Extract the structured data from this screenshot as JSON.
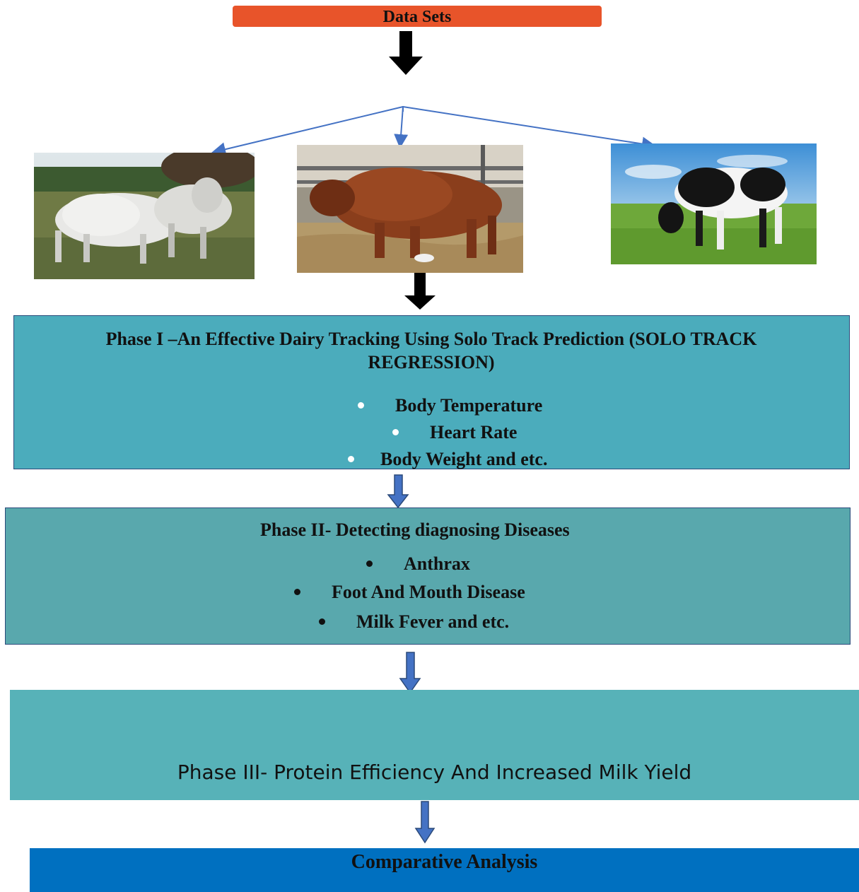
{
  "datasets_label": "Data Sets",
  "phase1": {
    "title": "Phase I –An Effective Dairy Tracking Using Solo Track Prediction (SOLO TRACK REGRESSION)",
    "bullets": [
      "Body Temperature",
      "Heart Rate",
      "Body Weight and etc."
    ]
  },
  "phase2": {
    "title": "Phase II-  Detecting diagnosing Diseases",
    "bullets": [
      "Anthrax",
      "Foot And Mouth Disease",
      "Milk Fever and etc."
    ]
  },
  "phase3": {
    "title": "Phase III- Protein Efficiency And Increased Milk Yield"
  },
  "final": {
    "title": "Comparative Analysis"
  },
  "images": [
    {
      "name": "white-cattle-photo"
    },
    {
      "name": "brown-bull-photo"
    },
    {
      "name": "holstein-cow-photo"
    }
  ],
  "colors": {
    "datasets": "#e8542a",
    "phase1": "#4bacbc",
    "phase2": "#59a8ad",
    "phase3": "#57b2b8",
    "final": "#0070c0",
    "arrow_blue": "#4472c4"
  }
}
